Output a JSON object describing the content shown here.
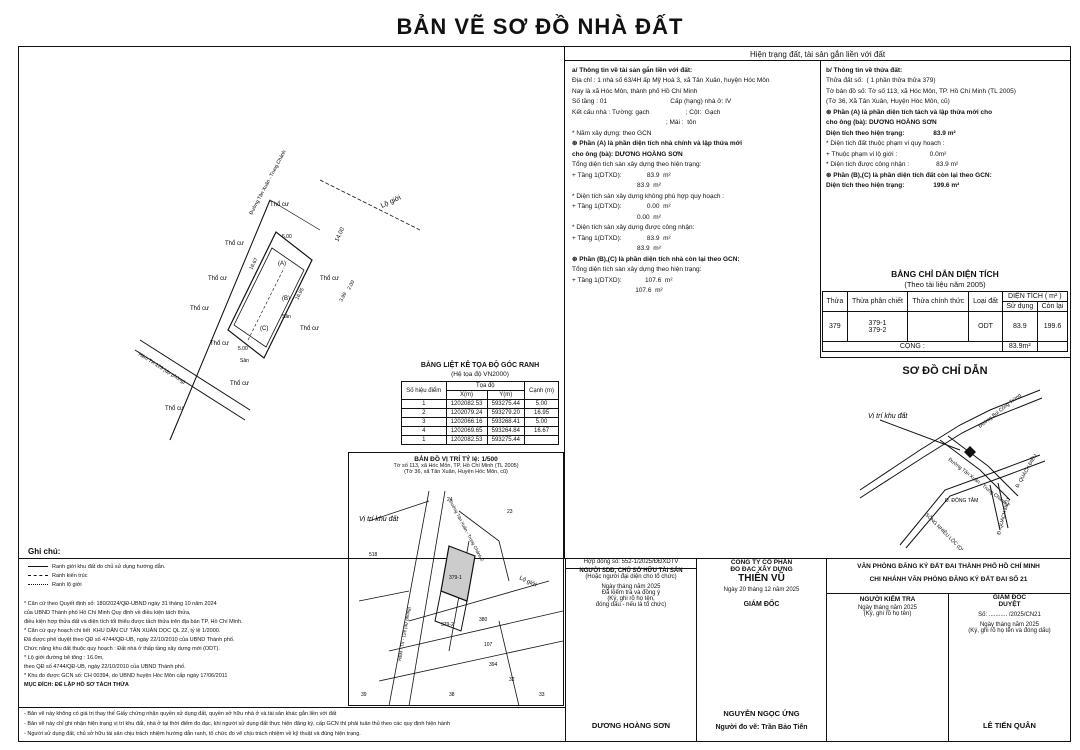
{
  "title": "BẢN VẼ SƠ ĐỒ NHÀ ĐẤT",
  "current_header": "Hiện trạng đất, tài sản gắn liền với đất",
  "section_a": {
    "title": "a/ Thông tin về tài sản gắn liền với đất:",
    "lines": [
      "Địa chỉ : 1 nhà số 63/4H ấp Mỹ Hoà 3, xã Tân Xuân, huyện Hóc Môn",
      "Nay là xã Hóc Môn, thành phố Hồ Chí Minh",
      "Số tầng : 01                                   Cấp (hạng) nhà ở: IV",
      "Kết cấu nhà : Tường: gạch                    ; Cột:  Gạch",
      "                                                    ; Mái :  tôn",
      "* Năm xây dựng: theo GCN",
      "⊛ Phần (A) là phần diện tích nhà chính và lập thửa mới",
      "cho ông (bà): DƯƠNG HOÀNG SƠN",
      "Tổng diện tích sàn xây dựng theo hiện trạng:",
      "+ Tầng 1(DTXD):              83.9  m²",
      "                                    83.9  m²",
      "* Diện tích sàn xây dựng không phù hợp quy hoạch :",
      "+ Tầng 1(DTXD):              0.00  m²",
      "                                    0.00  m²",
      "* Diện tích sàn xây dựng được công nhận:",
      "+ Tầng 1(DTXD):              83.9  m²",
      "                                    83.9  m²",
      "⊛ Phần (B),(C) là phần diện tích nhà còn lại theo GCN:",
      "Tổng diện tích sàn xây dựng theo hiện trạng:",
      "+ Tầng 1(DTXD):             107.6  m²",
      "                                   107.6  m²"
    ]
  },
  "section_b": {
    "title": "b/ Thông tin về thửa đất:",
    "lines": [
      "Thửa đất số:  ( 1 phần thửa thửa 379)",
      "Tờ bản đồ số: Tờ số 113, xã Hóc Môn, TP. Hồ Chí Minh (TL 2005)",
      "(Tờ 36, Xã Tân Xuân, Huyện Hóc Môn, cũ)",
      "⊛ Phần (A) là phần diện tích tách và lập thửa mới cho",
      "cho ông (bà): DƯƠNG HOÀNG SƠN",
      "Diện tích theo hiện trạng:                83.9 m²",
      "* Diện tích đất thuộc phạm vi quy hoạch :",
      "+ Thuộc phạm vi lộ giới :                  0.0m²",
      "* Diện tích được công nhận :               83.9 m²",
      "⊛ Phần (B),(C) là phần diện tích đất còn lại theo GCN:",
      "Diện tích theo hiện trạng:                199.6 m²"
    ]
  },
  "area_table": {
    "title": "BẢNG CHỈ DẪN DIỆN TÍCH",
    "subtitle": "(Theo tài liệu năm 2005)",
    "headers": [
      "Thửa",
      "Thửa phân chiết",
      "Thửa chính thức",
      "Loại đất",
      "DIỆN TÍCH ( m² )",
      "Sử dụng",
      "Còn lại"
    ],
    "row": {
      "thua": "379",
      "phan_chiet_1": "379-1",
      "phan_chiet_2": "379-2",
      "loai_dat": "ODT",
      "su_dung": "83.9",
      "con_lai": "199.6"
    },
    "total_label": "CỘNG :",
    "total_value": "83.9m²"
  },
  "index_map": {
    "title": "SƠ ĐỒ CHỈ DẪN",
    "location_label": "Vị trí khu đất",
    "roads": [
      "Đường Bùi Công Trừng",
      "Đường Tân Xuân - Trung Chánh 2",
      "Đ. QUÁCH ĐIÊU",
      "SÔNG NHIÊU LỘC (QL 22)",
      "Đ. ĐÔNG TÂM",
      "Đ. QUÁCH ĐIÊU"
    ]
  },
  "coord_table": {
    "title": "BẢNG LIỆT KÊ TỌA ĐỘ GÓC RANH",
    "subtitle": "(Hệ tọa độ VN2000)",
    "headers": [
      "Số hiệu điểm",
      "Tọa độ",
      "X(m)",
      "Y(m)",
      "Cạnh (m)"
    ],
    "rows": [
      [
        "1",
        "1202082.53",
        "593275.44",
        "5.00"
      ],
      [
        "2",
        "1202079.24",
        "593279.20",
        "16.95"
      ],
      [
        "3",
        "1202066.16",
        "593268.41",
        "5.00"
      ],
      [
        "4",
        "1202069.65",
        "593264.84",
        "16.67"
      ],
      [
        "1",
        "1202082.53",
        "593275.44",
        ""
      ]
    ]
  },
  "location_plan": {
    "title": "BẢN ĐỒ VỊ TRÍ TỶ lệ: 1/500",
    "line1": "Tờ số 113, xã Hóc Môn, TP. Hồ Chí Minh (TL 2005)",
    "line2": "(Tờ 36, xã Tân Xuân, Huyện Hóc Môn, cũ)",
    "location_label": "Vị trí khu đất",
    "parcels": [
      "24",
      "23",
      "518",
      "379-1",
      "379-2",
      "380",
      "107",
      "394",
      "32",
      "39",
      "38",
      "33"
    ],
    "road_labels": [
      "Đường Tân Xuân - Trung Chánh 2",
      "Lộ giới",
      "HẺM - TX - 129 (dự phóng)"
    ]
  },
  "main_plan": {
    "labels": [
      "Thổ cư",
      "Thổ cư",
      "Thổ cư",
      "Thổ cư",
      "Thổ cư",
      "Thổ cư",
      "Thổ cư",
      "Thổ cư",
      "Thổ cư",
      "Lộ giới",
      "14.00"
    ],
    "dims": [
      "5.00",
      "16.67",
      "16.95",
      "5.00",
      "2.00",
      "3.99"
    ],
    "parts": [
      "(A)",
      "(B)",
      "(C)",
      "Sân",
      "Sân"
    ],
    "road": "Đường Tân Xuân - Trung Chánh 2",
    "lane": "Hẻm TX-129 (dự phóng)"
  },
  "legend": {
    "title": "Ghi chú:",
    "items": [
      "Ranh giới khu đất do chủ sử dụng hướng dẫn.",
      "Ranh kiến trúc",
      "Ranh lộ giới"
    ],
    "notes": [
      "* Căn cứ theo Quyết định số: 180/2024/QĐ-UBND ngày 31 tháng 10 năm 2024",
      "của UBND Thành phố Hồ Chí Minh Quy định về điều kiện tách thửa,",
      "điều kiện hợp thửa đất và diện tích tối thiểu được tách thửa trên địa bàn TP. Hồ Chí Minh.",
      "* Căn cứ quy hoạch chi tiết  KHU DÂN CƯ TÂN XUÂN DỌC QL 22, tỷ lệ 1/2000.",
      "Đã được phê duyệt theo QĐ số 4744/QĐ-UB, ngày 22/10/2010 của UBND Thành phố.",
      "Chức năng khu đất thuộc quy hoạch : Đất nhà ở thấp tầng xây dựng mới (ODT).",
      "* Lộ giới đường bê tông : 16.0m,",
      "theo QĐ số 4744/QĐ-UB, ngày 22/10/2010 của UBND Thành phố.",
      "* Khu đo được GCN số: CH 00394, do UBND huyện Hóc Môn cấp ngày 17/06/2011",
      "MỤC ĐÍCH: ĐỂ LẬP HỒ SƠ TÁCH THỬA"
    ]
  },
  "sign": {
    "contract": "Hợp đồng số: 552-1/2025/ĐĐXDTV",
    "owner_title": "NGƯỜI SDĐ, CHỦ SỞ HỮU TÀI SẢN",
    "owner_sub": "(Hoặc người đại diện cho tổ chức)",
    "date1": "Ngày          tháng          năm 2025",
    "checked": "Đã kiểm tra và đồng ý",
    "sign_note": "(Ký, ghi rõ họ tên,",
    "sign_note2": "đóng dấu - nếu là tổ chức)",
    "owner_name": "DƯƠNG HOÀNG SƠN",
    "company1": "CÔNG TY CỔ PHẦN",
    "company2": "ĐO ĐẠC XÂY DỰNG",
    "company3": "THIÊN VŨ",
    "date2": "Ngày  20   tháng  12   năm 2025",
    "director": "GIÁM ĐỐC",
    "director_name": "NGUYỄN NGỌC ỨNG",
    "surveyor": "Người đo vẽ: Trần Bảo Tiến",
    "office1": "VĂN PHÒNG ĐĂNG KÝ ĐẤT ĐAI THÀNH PHỐ HỒ CHÍ MINH",
    "office2": "CHI NHÁNH VĂN PHÒNG ĐĂNG KÝ ĐẤT ĐAI SỐ 21",
    "checker": "NGƯỜI KIỂM TRA",
    "date3": "Ngày       tháng       năm 2025",
    "sign3": "(Ký, ghi rõ họ tên)",
    "approve1": "GIÁM ĐỐC",
    "approve2": "DUYỆT",
    "number": "Số:  ...........  /2025/CN21",
    "date4": "Ngày       tháng       năm 2025",
    "sign4": "(Ký, ghi rõ họ tên và đóng dấu)",
    "approver_name": "LÊ TIẾN QUÂN"
  },
  "footer_notes": [
    "- Bản vẽ này không có giá trị thay thế Giấy chứng nhận quyền sử dụng đất, quyền sở hữu nhà ở và tài sản khác gắn liền với đất",
    "- Bản vẽ này chỉ ghi nhận hiện trạng vị trí khu đất, nhà ở tại thời điểm đo đạc, khi người sử dụng đất thực hiện đăng ký, cấp GCN thì phải tuân thủ theo các quy định hiện hành",
    "- Người sử dụng đất, chủ sở hữu tài sản chịu trách nhiệm hướng dẫn ranh, tổ chức đo vẽ chịu trách nhiệm về kỹ thuật và đúng hiện trạng."
  ]
}
